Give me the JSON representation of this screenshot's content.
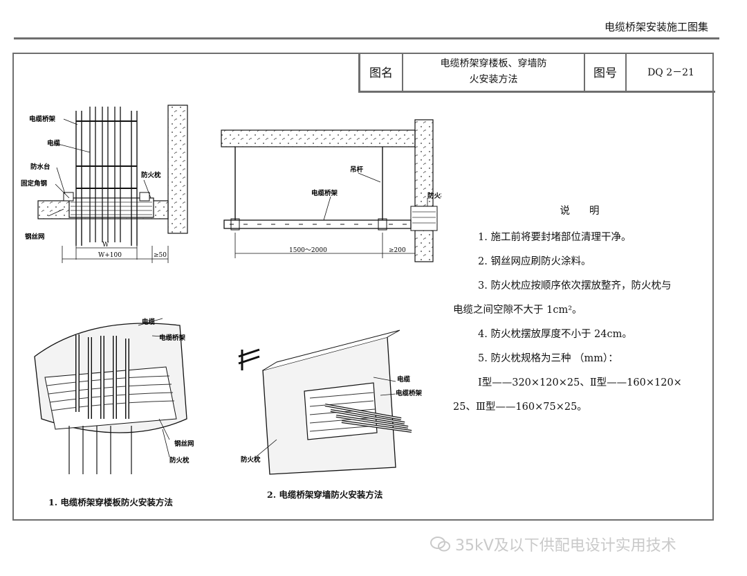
{
  "header": {
    "atlas_title": "电缆桥架安装施工图集"
  },
  "title_block": {
    "name_label": "图名",
    "name_value_line1": "电缆桥架穿楼板、穿墙防",
    "name_value_line2": "火安装方法",
    "number_label": "图号",
    "number_value": "DQ 2－21"
  },
  "figure_floor_section": {
    "labels": {
      "cable_tray": "电缆桥架",
      "cable": "电缆",
      "water_stop": "防水台",
      "angle_steel": "固定角钢",
      "fire_pillow": "防火枕",
      "wire_mesh": "钢丝网"
    },
    "dims": {
      "w": "W",
      "w100": "W+100",
      "ge50": "≥50"
    }
  },
  "figure_wall_section": {
    "labels": {
      "hanger_rod": "吊杆",
      "cable_tray": "电缆桥架",
      "fire_pillow": "防火枕"
    },
    "dims": {
      "span": "1500～2000",
      "ge200": "≥200"
    }
  },
  "figure_floor_iso": {
    "labels": {
      "cable": "电缆",
      "cable_tray": "电缆桥架",
      "wire_mesh": "钢丝网",
      "fire_pillow": "防火枕"
    },
    "caption": "1. 电缆桥架穿楼板防火安装方法"
  },
  "figure_wall_iso": {
    "labels": {
      "cable": "电缆",
      "cable_tray": "电缆桥架",
      "fire_pillow": "防火枕"
    },
    "caption": "2. 电缆桥架穿墙防火安装方法"
  },
  "notes": {
    "heading": "说明",
    "line1": "1. 施工前将要封堵部位清理干净。",
    "line2": "2. 钢丝网应刷防火涂料。",
    "line3a": "3. 防火枕应按顺序依次摆放整齐，防火枕与",
    "line3b": "电缆之间空隙不大于 1cm²。",
    "line4": "4. 防火枕摆放厚度不小于 24cm。",
    "line5": "5. 防火枕规格为三种 （mm）：",
    "line6a": "Ⅰ型——320×120×25、Ⅱ型——160×120×",
    "line6b": "25、Ⅲ型——160×75×25。"
  },
  "watermark": {
    "text": "35kV及以下供配电设计实用技术"
  }
}
